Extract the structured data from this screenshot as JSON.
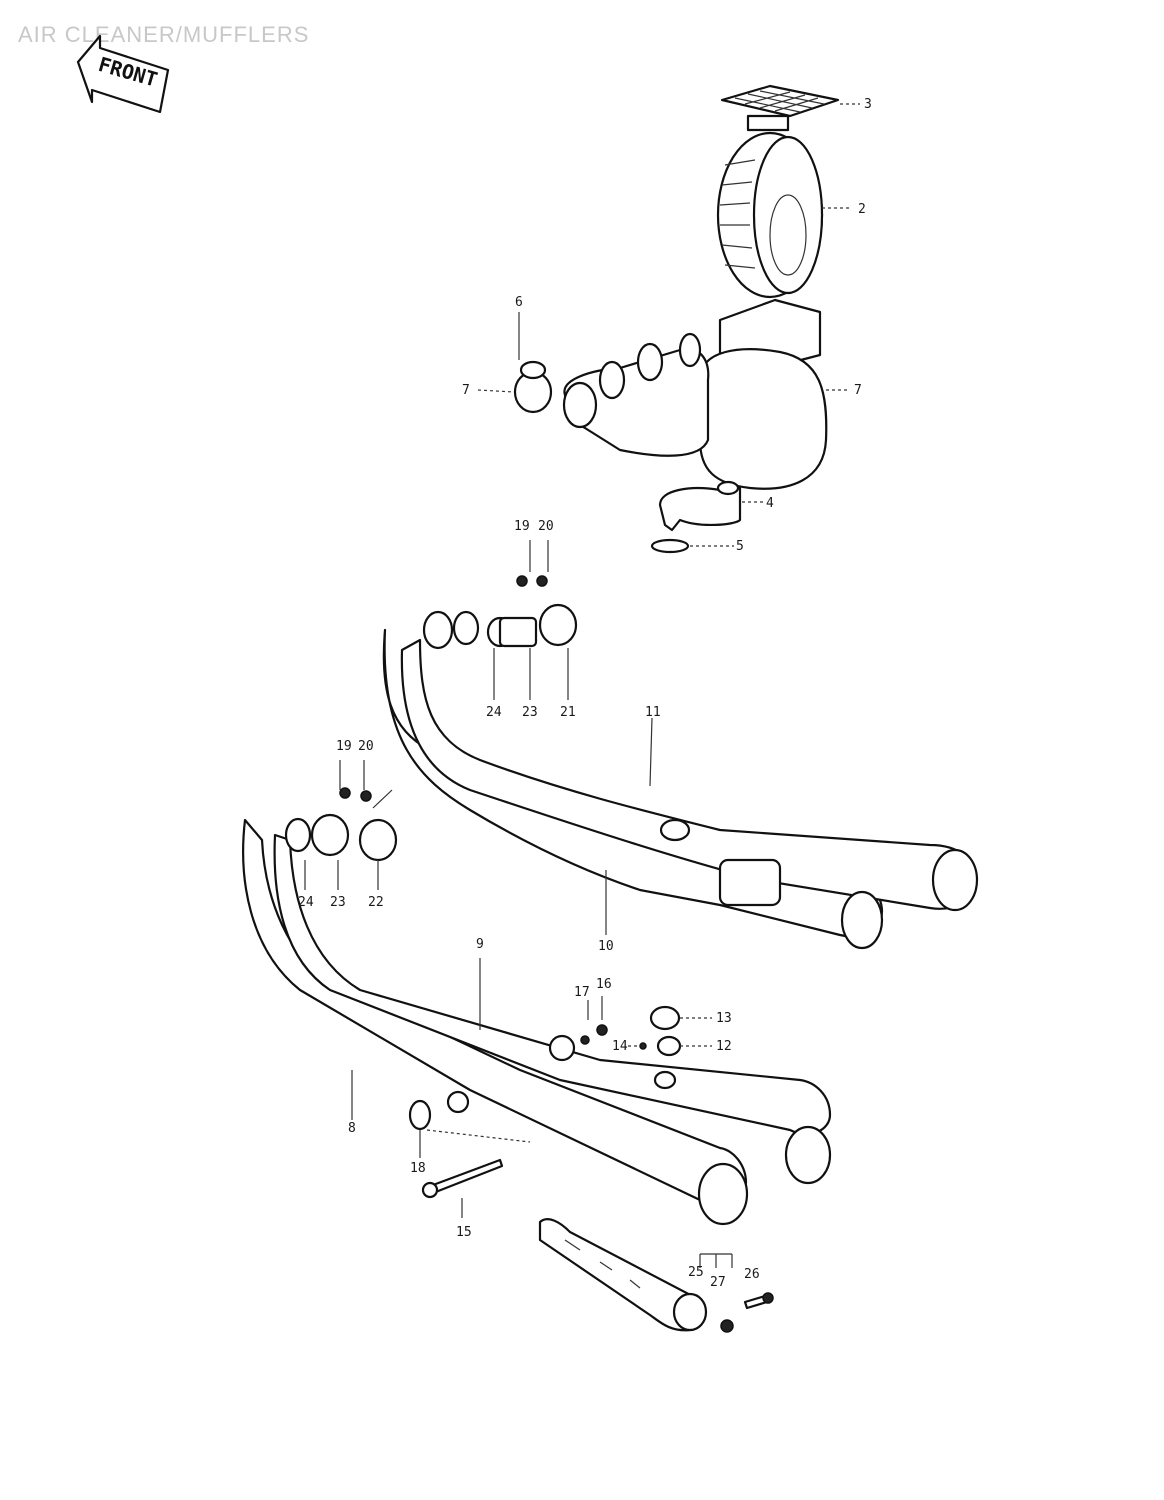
{
  "page": {
    "title": "AIR CLEANER/MUFFLERS",
    "front_label": "FRONT"
  },
  "callouts": {
    "c2": "2",
    "c3": "3",
    "c4": "4",
    "c5": "5",
    "c6": "6",
    "c7a": "7",
    "c7b": "7",
    "c8": "8",
    "c9": "9",
    "c10": "10",
    "c11": "11",
    "c12": "12",
    "c13": "13",
    "c14": "14",
    "c15": "15",
    "c16": "16",
    "c17": "17",
    "c18": "18",
    "c19a": "19",
    "c20a": "20",
    "c19b": "19",
    "c20b": "20",
    "c21": "21",
    "c22": "22",
    "c23a": "23",
    "c24a": "24",
    "c23b": "23",
    "c24b": "24",
    "c25": "25",
    "c26": "26",
    "c27": "27"
  },
  "colors": {
    "line": "#222222",
    "title": "#c8c8c8",
    "background": "#ffffff"
  }
}
